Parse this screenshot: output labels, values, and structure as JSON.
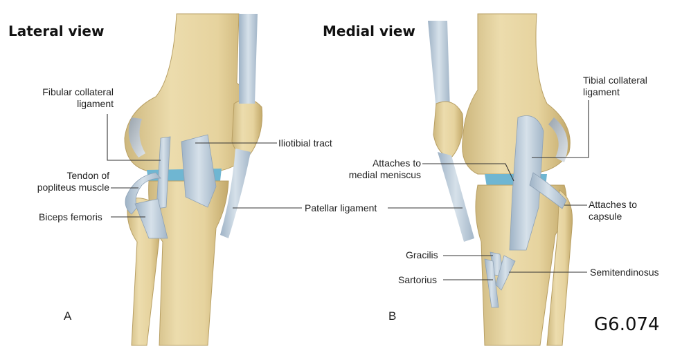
{
  "panels": {
    "lateral": {
      "title": "Lateral view",
      "letter": "A",
      "labels": {
        "fibular_collateral_1": "Fibular collateral",
        "fibular_collateral_2": "ligament",
        "iliotibial": "Iliotibial tract",
        "popliteus_1": "Tendon of",
        "popliteus_2": "popliteus muscle",
        "biceps": "Biceps femoris",
        "patellar": "Patellar ligament"
      }
    },
    "medial": {
      "title": "Medial view",
      "letter": "B",
      "labels": {
        "tibial_collateral_1": "Tibial collateral",
        "tibial_collateral_2": "ligament",
        "meniscus_1": "Attaches to",
        "meniscus_2": "medial meniscus",
        "capsule_1": "Attaches to",
        "capsule_2": "capsule",
        "gracilis": "Gracilis",
        "sartorius": "Sartorius",
        "semitendinosus": "Semitendinosus"
      }
    }
  },
  "figure_code": "G6.074",
  "colors": {
    "bone": "#e6d6a6",
    "bone_shade": "#c9b47c",
    "ligament": "#b6c7d6",
    "meniscus": "#6fb6d2",
    "leader": "#333333"
  }
}
